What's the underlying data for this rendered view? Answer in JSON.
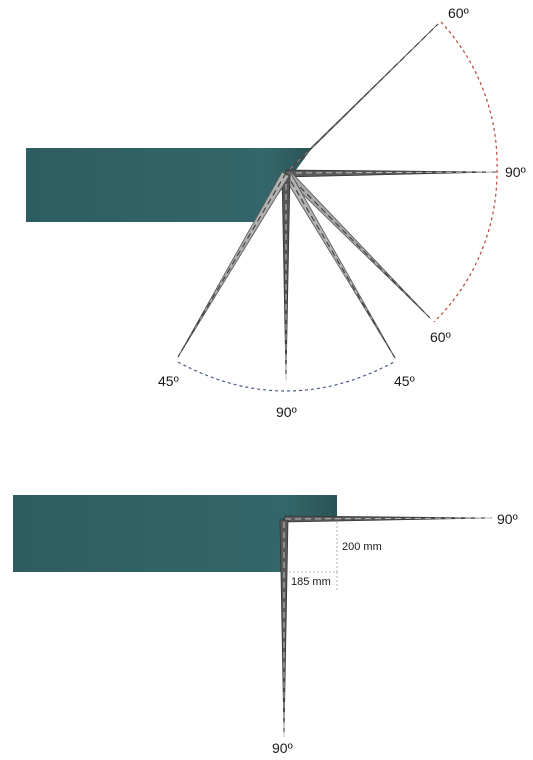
{
  "colors": {
    "bar": "#2f5e62",
    "blade_light": "#b9b9b9",
    "blade_dark": "#3c3c3c",
    "arc_red": "#b84a3a",
    "arc_blue": "#4a5a8a",
    "dim_line": "#9a9a9a"
  },
  "top_diagram": {
    "label_60_top": "60º",
    "label_90_right": "90º",
    "label_60_bottom": "60º",
    "label_45_left": "45º",
    "label_45_right": "45º",
    "label_90_bottom": "90º"
  },
  "bottom_diagram": {
    "label_90_right": "90º",
    "label_90_bottom": "90º",
    "dim_vertical": "200 mm",
    "dim_horizontal": "185 mm"
  }
}
